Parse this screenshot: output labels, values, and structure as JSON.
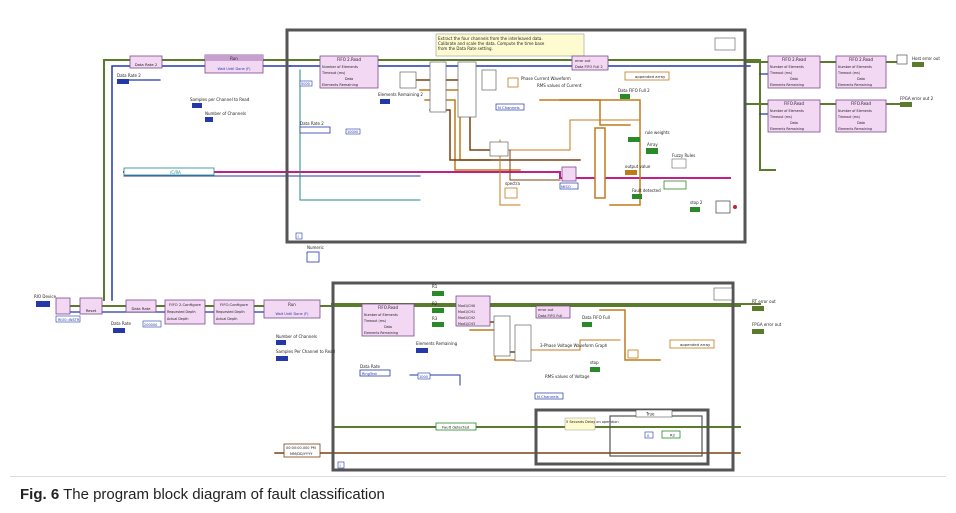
{
  "caption": {
    "label": "Fig. 6",
    "text": "The program block diagram of fault classification"
  },
  "colors": {
    "frame": "#555555",
    "wire_green": "#5a7a2c",
    "wire_blue": "#2438a8",
    "wire_orange": "#c07a1c",
    "wire_pink": "#c0208a",
    "wire_brown": "#7a4010",
    "wire_teal": "#1d8a8a",
    "node_fill": "#f2d8f2",
    "node_header": "#c8a0d0"
  },
  "top_loop": {
    "comment": "Extract the four channels from the interleaved data. Calibrate and scale the data. Compute the time base from the Data Rate setting.",
    "run_node": "Run",
    "run_sub": "Wait Until Done (F)",
    "data_rate": "Data Rate",
    "data_rate_2": "Data Rate 2",
    "samples_per_channel": "Samples per Channel to Read",
    "number_of_channels": "Number of Channels",
    "fifo_read": "FIFO 2.Read",
    "fifo_rows": [
      "Number of Elements",
      "Timeout (ms)",
      "Data",
      "Elements Remaining"
    ],
    "elements_remaining": "Elements Remaining 2",
    "phase_current": "Phase Current Waveform",
    "rms_current": "RMS values of Current",
    "n_channels": "N Channels",
    "data_fifo_full": "Data FIFO Full 2",
    "appended_array": "appended array",
    "rule_weights": "rule weights",
    "array_label": "Array",
    "fuzzy_rules": "Fuzzy Rules",
    "output_value": "output value",
    "fault_detected": "Fault detected",
    "stop2": "stop 2",
    "spectra": "spectra",
    "miso": "MISO",
    "numeric": "Numeric",
    "const_5000": "5000",
    "const_10000": "10000",
    "path": "/C/RA",
    "iteration": "i",
    "error_out": "error out",
    "error_out_2": "error out 2"
  },
  "right_fifos": {
    "fifo_read_a": "FIFO 2.Read",
    "fifo_read_b": "FIFO 2.Read",
    "fifo_read_c": "FIFO.Read",
    "fifo_read_d": "FIFO.Read",
    "rows": [
      "Number of Elements",
      "Timeout (ms)",
      "Data",
      "Elements Remaining"
    ],
    "host_error_out": "Host error out",
    "fpga_error_out_2": "FPGA error out 2"
  },
  "left_chain": {
    "rio_device": "RIO Device",
    "reset": "Reset",
    "data_rate": "Data Rate",
    "data_rate_2": "Data Rate 2",
    "fifo2_configure": "FIFO 2.Configure",
    "fifo_configure": "FIFO.Configure",
    "requested_depth": "Requested Depth",
    "actual_depth": "Actual Depth",
    "const_200000": "200000",
    "run": "Run",
    "run_sub": "Wait Until Done (F)",
    "rio_ref": "RIO0::INSTR"
  },
  "bottom_loop": {
    "fifo_read": "FIFO.Read",
    "fifo_rows": [
      "Number of Elements",
      "Timeout (ms)",
      "Data",
      "Elements Remaining"
    ],
    "elements_remaining": "Elements Remaining",
    "number_of_channels": "Number of Channels",
    "samples_per_channel": "Samples Per Channel to Read",
    "r1": "R1",
    "r2": "R2",
    "r3": "R3",
    "mod_rows": [
      "Mod1/CH0",
      "Mod1/CH1",
      "Mod1/CH2",
      "Mod1/CH3"
    ],
    "error_out": "error out",
    "data_fifo_full": "Data FIFO Full",
    "voltage_graph": "3-Phase Voltage Waveform Graph",
    "appended_array": "appended array",
    "stop": "stop",
    "rms_voltage": "RMS values of Voltage",
    "n_channels": "N Channels",
    "data_rate": "Data Rate",
    "data_rate_const": "RingText",
    "const_1000": "1000",
    "fault_detected": "Fault detected",
    "delay_label": "5 Seconds Delay on operation",
    "case_true": "True",
    "case_num": "0",
    "rt_error_out": "RT error out",
    "fpga_error_out": "FPGA error out",
    "time_stamp": "00:00:00.000 PM",
    "date_stamp": "MM/DD/YYYY",
    "iteration": "i",
    "r2_out": "R2"
  }
}
